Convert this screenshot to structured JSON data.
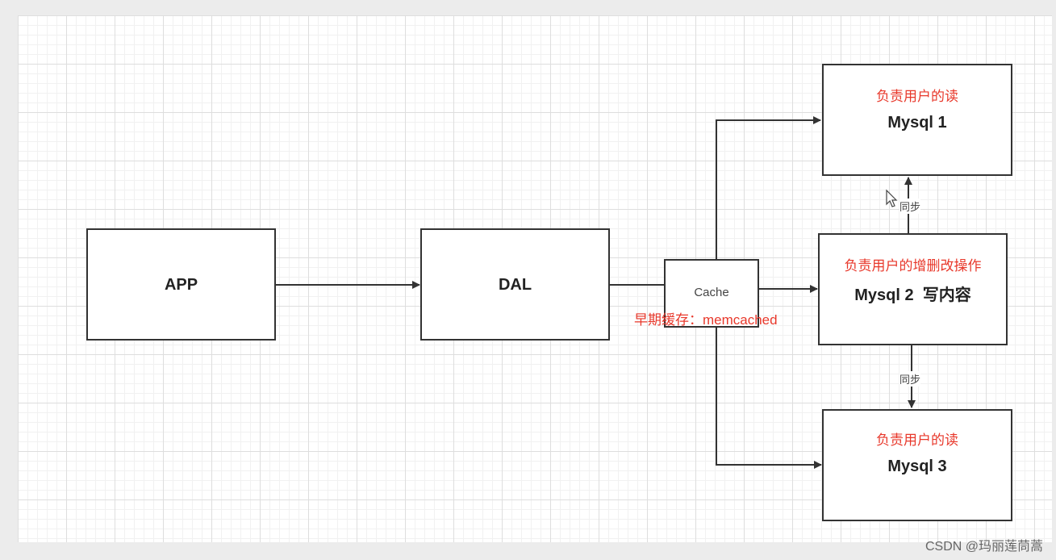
{
  "nodes": {
    "app": {
      "label": "APP"
    },
    "dal": {
      "label": "DAL"
    },
    "cache": {
      "label": "Cache",
      "note": "早期缓存：memcached"
    },
    "mysql1": {
      "label": "Mysql 1",
      "role": "负责用户的读"
    },
    "mysql2": {
      "label": "Mysql 2  写内容",
      "role": "负责用户的增删改操作"
    },
    "mysql3": {
      "label": "Mysql 3",
      "role": "负责用户的读"
    }
  },
  "edges": {
    "sync_up": "同步",
    "sync_down": "同步"
  },
  "watermark": "CSDN @玛丽莲茼蒿",
  "colors": {
    "note": "#e8382b",
    "line": "#333333"
  }
}
